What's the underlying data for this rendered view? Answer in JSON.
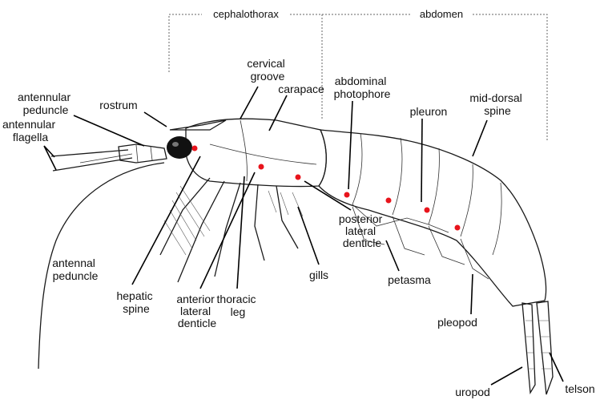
{
  "sections": {
    "cephalothorax": "cephalothorax",
    "abdomen": "abdomen"
  },
  "labels": {
    "antennular_peduncle": [
      "antennular",
      "peduncle"
    ],
    "antennular_flagella": [
      "antennular",
      "flagella"
    ],
    "rostrum": [
      "rostrum"
    ],
    "cervical_groove": [
      "cervical",
      "groove"
    ],
    "carapace": [
      "carapace"
    ],
    "abdominal_photophore": [
      "abdominal",
      "photophore"
    ],
    "pleuron": [
      "pleuron"
    ],
    "mid_dorsal_spine": [
      "mid-dorsal",
      "spine"
    ],
    "antennal_peduncle": [
      "antennal",
      "peduncle"
    ],
    "hepatic_spine": [
      "hepatic",
      "spine"
    ],
    "anterior_lateral_denticle": [
      "anterior",
      "lateral",
      "denticle"
    ],
    "thoracic_leg": [
      "thoracic",
      "leg"
    ],
    "gills": [
      "gills"
    ],
    "posterior_lateral_denticle": [
      "posterior",
      "lateral",
      "denticle"
    ],
    "petasma": [
      "petasma"
    ],
    "pleopod": [
      "pleopod"
    ],
    "uropod": [
      "uropod"
    ],
    "telson": [
      "telson"
    ]
  },
  "colors": {
    "marker": "#e8141c",
    "ink": "#111111",
    "bracket": "#666666"
  }
}
